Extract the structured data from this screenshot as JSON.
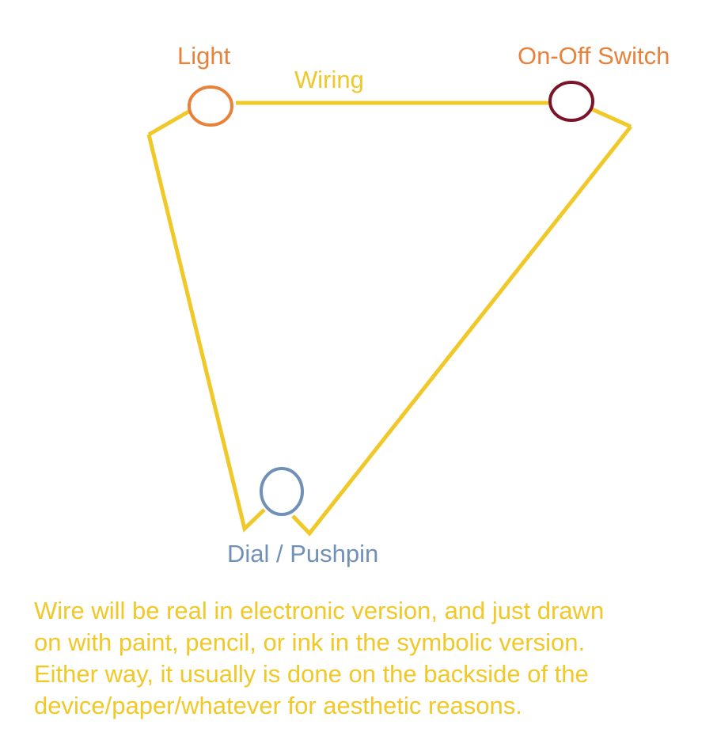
{
  "labels": {
    "light": "Light",
    "switch": "On-Off Switch",
    "wiring": "Wiring",
    "dial": "Dial / Pushpin"
  },
  "note_lines": [
    "Wire will be real in electronic version, and just drawn",
    "on with paint, pencil, or ink in the symbolic version.",
    "Either way, it usually is done on the backside of the",
    "device/paper/whatever for aesthetic reasons."
  ],
  "colors": {
    "wire": "#f0c828",
    "light": "#e8823a",
    "switch": "#7a1428",
    "dial": "#7090b8",
    "note": "#f0c828",
    "background": "#ffffff"
  }
}
